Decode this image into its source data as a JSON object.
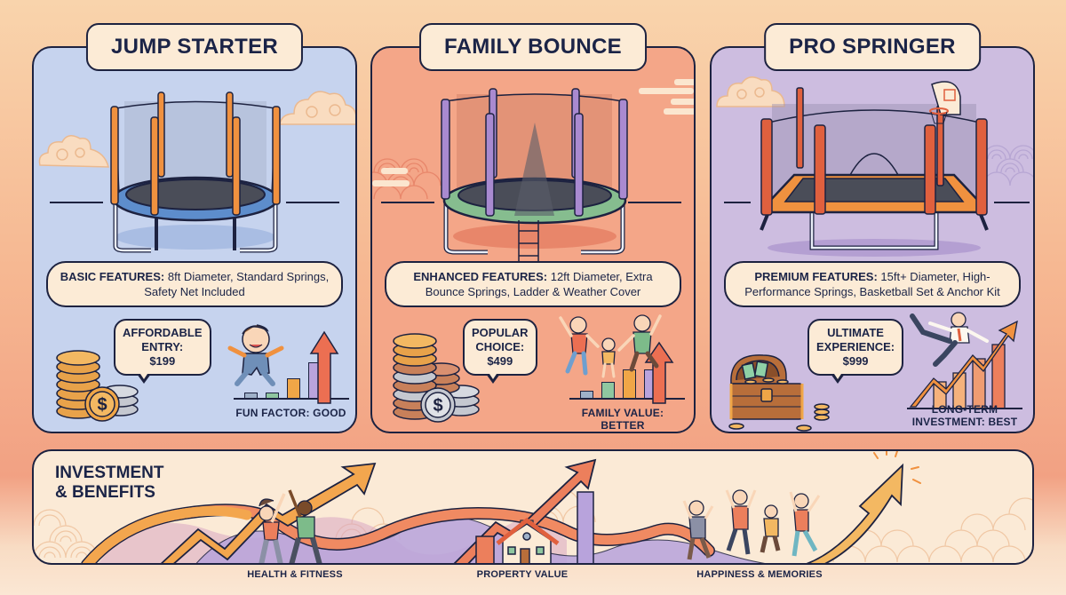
{
  "tiers": [
    {
      "id": "jump-starter",
      "title": "JUMP STARTER",
      "panel_color": "#c6d3ee",
      "features_label": "BASIC FEATURES:",
      "features_text": "8ft Diameter, Standard Springs, Safety Net Included",
      "price_bubble": [
        "AFFORDABLE",
        "ENTRY:",
        "$199"
      ],
      "price": "$199",
      "rating_caption": "FUN FACTOR: GOOD",
      "trampoline": {
        "shape": "round",
        "frame_color": "#4f7fc2",
        "pole_color": "#f0913f"
      }
    },
    {
      "id": "family-bounce",
      "title": "FAMILY BOUNCE",
      "panel_color": "#f4a688",
      "features_label": "ENHANCED FEATURES:",
      "features_text": "12ft Diameter, Extra Bounce Springs, Ladder & Weather Cover",
      "price_bubble": [
        "POPULAR",
        "CHOICE:",
        "$499"
      ],
      "price": "$499",
      "rating_caption": "FAMILY VALUE: BETTER",
      "trampoline": {
        "shape": "round",
        "frame_color": "#7dbb8a",
        "pole_color": "#a98ad0"
      }
    },
    {
      "id": "pro-springer",
      "title": "PRO SPRINGER",
      "panel_color": "#cdbde0",
      "features_label": "PREMIUM FEATURES:",
      "features_text": "15ft+ Diameter, High-Performance Springs, Basketball Set & Anchor Kit",
      "price_bubble": [
        "ULTIMATE",
        "EXPERIENCE:",
        "$999"
      ],
      "price": "$999",
      "rating_caption_lines": [
        "LONG-TERM",
        "INVESTMENT: BEST"
      ],
      "rating_caption": "LONG-TERM INVESTMENT: BEST",
      "trampoline": {
        "shape": "rectangular",
        "frame_color": "#f0913f",
        "pole_color": "#e0603e"
      }
    }
  ],
  "bottom": {
    "title_lines": [
      "INVESTMENT",
      "& BENEFITS"
    ],
    "benefits": [
      {
        "label": "HEALTH & FITNESS",
        "icon": "people-stretching-icon"
      },
      {
        "label": "PROPERTY VALUE",
        "icon": "house-chart-icon"
      },
      {
        "label": "HAPPINESS & MEMORIES",
        "icon": "jumping-friends-icon"
      }
    ]
  },
  "colors": {
    "outline": "#1d2240",
    "cream": "#fcebd6",
    "orange": "#f0913f",
    "coral": "#ec6f52",
    "purple": "#b9a3dc",
    "green": "#8fc7a0",
    "blue_grey": "#9fb1c9"
  }
}
